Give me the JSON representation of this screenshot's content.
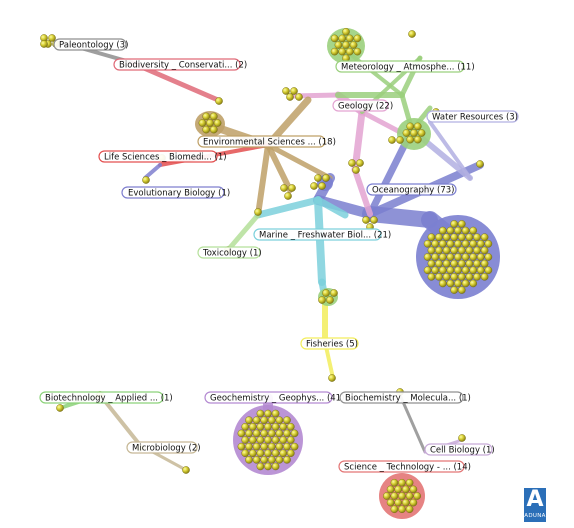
{
  "logo": {
    "letter": "A",
    "name": "ADUNA"
  },
  "clusters": [
    {
      "id": "paleontology",
      "label": "Paleontology (3)",
      "color": "#8f8f8f"
    },
    {
      "id": "biodiversity",
      "label": "Biodiversity _ Conservati... (2)",
      "color": "#e06a78"
    },
    {
      "id": "meteorology",
      "label": "Meteorology _ Atmosphe... (11)",
      "color": "#9bd07d"
    },
    {
      "id": "geology",
      "label": "Geology (22)",
      "color": "#e3a4d2"
    },
    {
      "id": "water",
      "label": "Water Resources (3)",
      "color": "#b2b0e2"
    },
    {
      "id": "envsci",
      "label": "Environmental Sciences ... (18)",
      "color": "#bfa168"
    },
    {
      "id": "lifesci",
      "label": "Life Sciences _ Biomedi... (1)",
      "color": "#e35050"
    },
    {
      "id": "evobio",
      "label": "Evolutionary Biology (1)",
      "color": "#7f7fcf"
    },
    {
      "id": "ocean",
      "label": "Oceanography (73)",
      "color": "#7b7fd0"
    },
    {
      "id": "marine",
      "label": "Marine _ Freshwater Biol... (21)",
      "color": "#7dd1dc"
    },
    {
      "id": "tox",
      "label": "Toxicology (1)",
      "color": "#b5e09a"
    },
    {
      "id": "fish",
      "label": "Fisheries (5)",
      "color": "#f3ee5c"
    },
    {
      "id": "biotech",
      "label": "Biotechnology _ Applied ... (1)",
      "color": "#8cd27a"
    },
    {
      "id": "micro",
      "label": "Microbiology (2)",
      "color": "#c6b896"
    },
    {
      "id": "geochem",
      "label": "Geochemistry _ Geophys... (41)",
      "color": "#b48ad2"
    },
    {
      "id": "biochem",
      "label": "Biochemistry _ Molecula... (1)",
      "color": "#909090"
    },
    {
      "id": "cell",
      "label": "Cell Biology (1)",
      "color": "#c7aad8"
    },
    {
      "id": "scitech",
      "label": "Science _ Technology - ... (14)",
      "color": "#e37676"
    }
  ]
}
